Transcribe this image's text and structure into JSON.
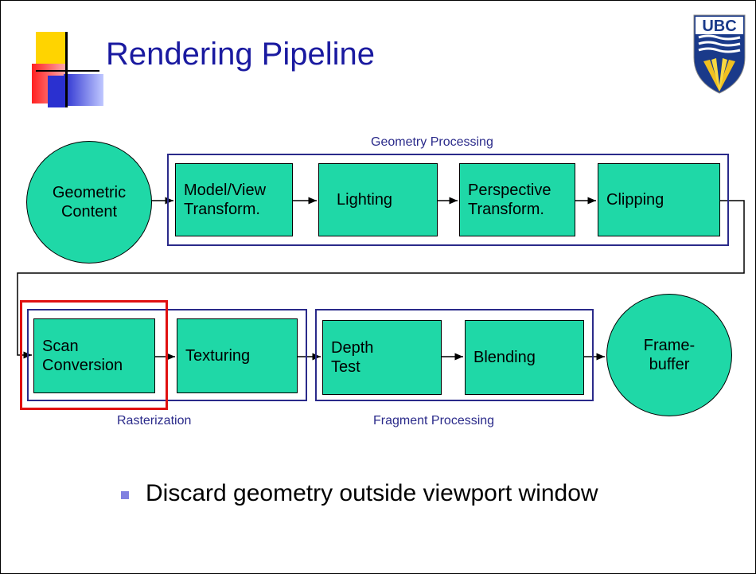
{
  "slide": {
    "title": "Rendering Pipeline",
    "logo_text": "UBC",
    "bullet": "Discard geometry outside viewport window"
  },
  "diagram": {
    "geometric_content": "Geometric\nContent",
    "framebuffer": "Frame-\nbuffer",
    "groups": {
      "geometry": "Geometry Processing",
      "rasterization": "Rasterization",
      "fragment": "Fragment Processing"
    },
    "stages": {
      "model_view": "Model/View\nTransform.",
      "lighting": "Lighting",
      "perspective": "Perspective\nTransform.",
      "clipping": "Clipping",
      "scan_conversion": "Scan\nConversion",
      "texturing": "Texturing",
      "depth_test": "Depth\nTest",
      "blending": "Blending"
    }
  },
  "colors": {
    "stage_fill": "#1fd8a7",
    "group_border": "#2a2a8a",
    "highlight": "#e01010",
    "title": "#1a1aa0"
  }
}
